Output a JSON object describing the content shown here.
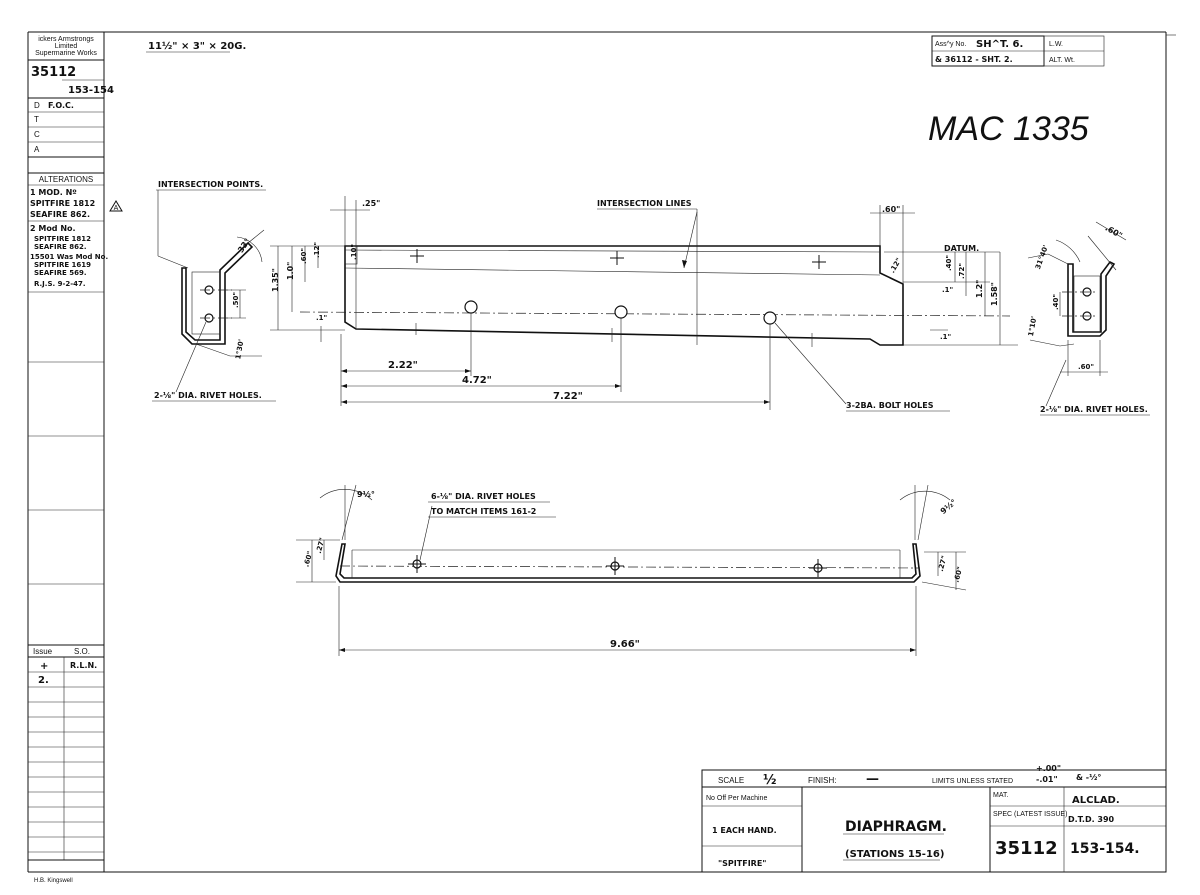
{
  "title_block_left": {
    "company": [
      "ickers Armstrongs",
      "Limited",
      "Supermarine Works"
    ],
    "drawing_no": "35112",
    "sheet_ref": "153-154",
    "signoff_rows": [
      {
        "code": "D",
        "value": "F.O.C."
      },
      {
        "code": "T",
        "value": ""
      },
      {
        "code": "C",
        "value": ""
      },
      {
        "code": "A",
        "value": ""
      }
    ],
    "alterations_label": "ALTERATIONS",
    "alteration_1": [
      "1 MOD. Nº",
      "SPITFIRE 1812",
      "SEAFIRE 862."
    ],
    "alteration_2": [
      "2 Mod No.",
      "SPITFIRE 1812",
      "SEAFIRE 862.",
      "15501 Was Mod No.",
      "SPITFIRE 1619",
      "SEAFIRE 569.",
      "R.J.S. 9-2-47."
    ],
    "issue_label": "Issue",
    "so_label": "S.O.",
    "issue_rows": [
      {
        "issue": "+",
        "so": "R.L.N."
      },
      {
        "issue": "2.",
        "so": ""
      }
    ]
  },
  "top_note": "11½\" × 3\" × 20G.",
  "top_right": {
    "assy_label": "Ass^y No.",
    "assy_value": "SH^T. 6.",
    "assy_line2": "& 36112 - SHT. 2.",
    "cell_lw": "L.W.",
    "cell_alt": "ALT. Wt."
  },
  "handwritten_ref": "MAC 1335",
  "revision_marker": "A",
  "upper_view": {
    "labels": {
      "intersection_points": "INTERSECTION POINTS.",
      "intersection_lines": "INTERSECTION LINES",
      "datum": "DATUM.",
      "bolt_holes": "3-2BA. BOLT HOLES",
      "rivet_left": "2-⅛\" DIA. RIVET HOLES.",
      "rivet_right": "2-⅛\" DIA. RIVET HOLES."
    },
    "dims": {
      "d_25": ".25\"",
      "d_60_top": ".60\"",
      "d_135": "1.35\"",
      "d_10": "1.0\"",
      "d_60_a": ".60\"",
      "d_10_left": ".10\"",
      "d_12_left": ".12\"",
      "d_1_left": ".1\"",
      "d_12_right": ".12\"",
      "d_40": ".40\"",
      "d_72": ".72\"",
      "d_12_r": "1.2\"",
      "d_158": "1.58\"",
      "d_1_r": ".1\"",
      "d_1_rb": ".1\"",
      "d_222": "2.22\"",
      "d_472": "4.72\"",
      "d_722": "7.22\"",
      "ang_33": "33°",
      "d_50": ".50\"",
      "ang_130": "1°30'",
      "ang_3140": "31°40'",
      "d_60_rt": ".60\"",
      "d_40_r": ".40\"",
      "ang_110": "1°10'",
      "d_60_rb": ".60\""
    }
  },
  "lower_view": {
    "label_rivets": [
      "6-⅛\" DIA. RIVET HOLES",
      "TO MATCH ITEMS 161-2"
    ],
    "dims": {
      "ang_left": "9½°",
      "ang_right": "9½°",
      "d_60_l": ".60\"",
      "d_27_l": ".27\"",
      "d_27_r": ".27\"",
      "d_60_r": ".60\"",
      "d_966": "9.66\""
    }
  },
  "title_block": {
    "scale_label": "SCALE",
    "scale_value": "½",
    "finish_label": "FINISH:",
    "finish_value": "—",
    "limits_label": "LIMITS UNLESS STATED",
    "tol_plus": "+.00\"",
    "tol_minus": "-.01\"",
    "tol_ang": "& -½°",
    "no_off_label": "No Off Per Machine",
    "no_off_value": "1 EACH HAND.",
    "type_value": "\"SPITFIRE\"",
    "part_title": "DIAPHRAGM.",
    "part_subtitle": "(STATIONS 15-16)",
    "mat_label": "MAT.",
    "mat_value": "ALCLAD.",
    "spec_label": "SPEC (LATEST ISSUE)",
    "spec_value": "D.T.D. 390",
    "part_no": "35112",
    "part_sheet": "153-154."
  },
  "footer_note": "H.B. Kingswell"
}
